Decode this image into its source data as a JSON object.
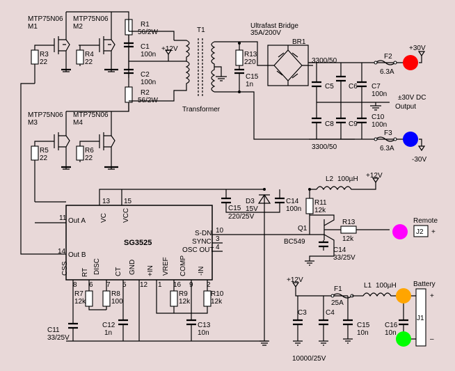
{
  "mosfets": [
    {
      "model": "MTP75N06",
      "ref": "M1"
    },
    {
      "model": "MTP75N06",
      "ref": "M2"
    },
    {
      "model": "MTP75N06",
      "ref": "M3"
    },
    {
      "model": "MTP75N06",
      "ref": "M4"
    }
  ],
  "resistors": {
    "R1": {
      "ref": "R1",
      "value": "56/2W"
    },
    "R2": {
      "ref": "R2",
      "value": "56/2W"
    },
    "R3": {
      "ref": "R3",
      "value": "22"
    },
    "R4": {
      "ref": "R4",
      "value": "22"
    },
    "R5": {
      "ref": "R5",
      "value": "22"
    },
    "R6": {
      "ref": "R6",
      "value": "22"
    },
    "R7": {
      "ref": "R7",
      "value": "12k"
    },
    "R8": {
      "ref": "R8",
      "value": "100"
    },
    "R9": {
      "ref": "R9",
      "value": "12k"
    },
    "R10": {
      "ref": "R10",
      "value": "12k"
    },
    "R11": {
      "ref": "R11",
      "value": "12k"
    },
    "R13a": {
      "ref": "R13",
      "value": "220"
    },
    "R13b": {
      "ref": "R13",
      "value": "12k"
    }
  },
  "capacitors": {
    "C1": {
      "ref": "C1",
      "value": "100n"
    },
    "C2": {
      "ref": "C2",
      "value": "100n"
    },
    "C3": {
      "ref": "C3"
    },
    "C4": {
      "ref": "C4"
    },
    "C34_value": "10000/25V",
    "C5": {
      "ref": "C5"
    },
    "C6": {
      "ref": "C6"
    },
    "C7": {
      "ref": "C7",
      "value": "100n"
    },
    "C8": {
      "ref": "C8"
    },
    "C9": {
      "ref": "C9"
    },
    "C10": {
      "ref": "C10",
      "value": "100n"
    },
    "C11": {
      "ref": "C11",
      "value": "33/25V"
    },
    "C12": {
      "ref": "C12",
      "value": "1n"
    },
    "C13": {
      "ref": "C13",
      "value": "10n"
    },
    "C14a": {
      "ref": "C14",
      "value": "100n"
    },
    "C14b": {
      "ref": "C14",
      "value": "33/25V"
    },
    "C15a": {
      "ref": "C15",
      "value": "1n"
    },
    "C15b": {
      "ref": "C15",
      "value": "220/25V"
    },
    "C15c": {
      "ref": "C15",
      "value": "10n"
    },
    "C16": {
      "ref": "C16",
      "value": "10n"
    },
    "cap_top_value": "3300/50",
    "cap_bottom_value": "3300/50"
  },
  "transformer": {
    "ref": "T1",
    "caption": "Transformer",
    "supply": "+12V"
  },
  "bridge": {
    "title_1": "Ultrafast Bridge",
    "title_2": "35A/200V",
    "ref": "BR1"
  },
  "fuses": {
    "F1": {
      "ref": "F1",
      "value": "25A"
    },
    "F2": {
      "ref": "F2",
      "value": "6.3A"
    },
    "F3": {
      "ref": "F3",
      "value": "6.3A"
    }
  },
  "inductors": {
    "L1": {
      "ref": "L1",
      "value": "100µH"
    },
    "L2": {
      "ref": "L2",
      "value": "100µH"
    }
  },
  "diode": {
    "ref": "D3",
    "value": "15V"
  },
  "transistor": {
    "ref": "Q1",
    "model": "BC549"
  },
  "supply_12v": [
    "+12V",
    "+12V",
    "+12V"
  ],
  "outputs": {
    "pos": "+30V",
    "neg": "-30V",
    "caption_1": "±30V DC",
    "caption_2": "Output"
  },
  "ic": {
    "name": "SG3525",
    "pin_labels": {
      "vc": "VC",
      "vcc": "VCC",
      "out_a": "Out A",
      "out_b": "Out B",
      "sdn": "S-DN",
      "sync": "SYNC",
      "osc_out": "OSC OUT",
      "css": "CSS",
      "rt": "RT",
      "disc": "DISC",
      "ct": "CT",
      "gnd": "GND",
      "pin_in": "+IN",
      "vref": "VREF",
      "comp": "COMP",
      "nin": "-IN"
    },
    "pin_numbers": {
      "vc": "13",
      "vcc": "15",
      "out_a": "11",
      "out_b": "14",
      "sdn": "10",
      "sync": "3",
      "osc_out": "4",
      "css": "8",
      "rt": "6",
      "disc": "7",
      "ct": "5",
      "gnd": "12",
      "pin_in": "1",
      "vref": "16",
      "comp": "9",
      "nin": "2"
    }
  },
  "remote": {
    "label": "Remote",
    "connector": "J2",
    "sign": "+"
  },
  "battery": {
    "label": "Battery",
    "connector": "J1",
    "plus": "+",
    "minus": "–"
  },
  "colors": {
    "background": "#E8D8D8",
    "red_terminal": "#FF0000",
    "blue_terminal": "#0000FF",
    "magenta_terminal": "#FF00FF",
    "orange_terminal": "#FFA500",
    "green_terminal": "#00FF00"
  }
}
